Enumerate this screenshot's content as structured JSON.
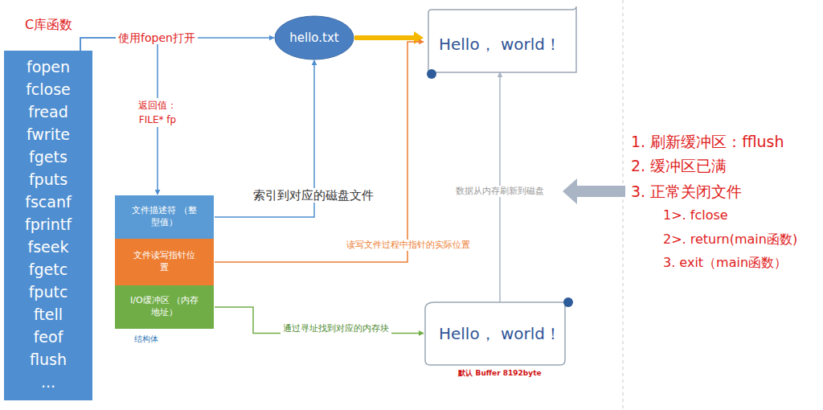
{
  "diagram": {
    "nodes": [
      {
        "text": [
          "C库函数",
          "fopen",
          "fclose",
          "fread",
          "fwrite",
          "fgets",
          "fputs",
          "fscanf",
          "fprintf",
          "fseek",
          "fgetc",
          "fputc",
          "ftell",
          "feof",
          "flush",
          "..."
        ]
      },
      {
        "text": [
          "hello.txt"
        ]
      },
      {
        "text": [
          "Hello， world！"
        ]
      },
      {
        "text": [
          "结构体"
        ]
      },
      {
        "text": [
          "文件描述符 （整型值）"
        ],
        "in": 3
      },
      {
        "text": [
          "文件读写指针位置"
        ],
        "in": 3
      },
      {
        "text": [
          "I/O缓冲区 （内存地址）"
        ],
        "in": 3
      },
      {
        "text": [
          "Hello， world！",
          "默认 Buffer 8192byte"
        ]
      }
    ],
    "edges": [
      {
        "from": 0,
        "to": 1,
        "label": "使用fopen打开",
        "arrow": "to"
      },
      {
        "from": 0,
        "to": 3,
        "label": "返回值： FILE* fp",
        "arrow": "to"
      },
      {
        "from": 1,
        "to": 2,
        "arrow": "to"
      },
      {
        "from": 4,
        "to": 1,
        "label": "索引到对应的磁盘文件",
        "arrow": "to"
      },
      {
        "from": 5,
        "to": 2,
        "label": "读写文件过程中指针的实际位置",
        "arrow": "to"
      },
      {
        "from": 6,
        "to": 7,
        "label": "通过寻址找到对应的内存块",
        "arrow": "to"
      },
      {
        "from": 7,
        "to": 2,
        "arrow": "to"
      }
    ],
    "labels": [
      "数据从内存刷新到磁盘",
      "1. 刷新缓冲区：fflush",
      "2. 缓冲区已满",
      "3. 正常关闭文件",
      "1>. fclose",
      "2>. return(main函数)",
      "3. exit（main函数）"
    ]
  }
}
